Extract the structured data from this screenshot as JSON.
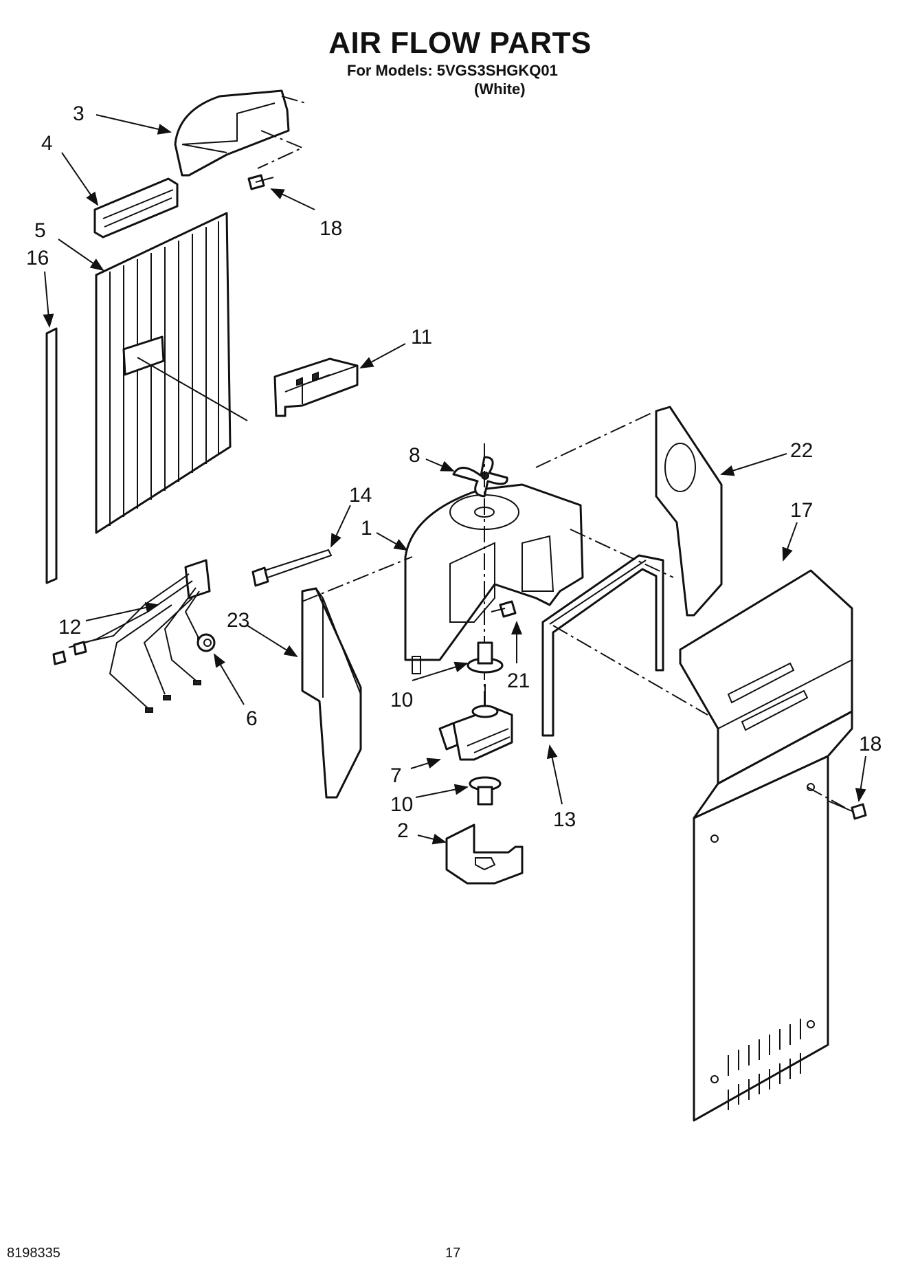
{
  "header": {
    "title": "AIR FLOW PARTS",
    "models": "For Models: 5VGS3SHGKQ01",
    "variant": "(White)"
  },
  "callouts": [
    "3",
    "4",
    "18",
    "5",
    "16",
    "11",
    "8",
    "22",
    "14",
    "1",
    "17",
    "12",
    "23",
    "21",
    "10",
    "6",
    "7",
    "13",
    "18",
    "2",
    "10"
  ],
  "footer": {
    "doc_number": "8198335",
    "page_number": "17"
  }
}
